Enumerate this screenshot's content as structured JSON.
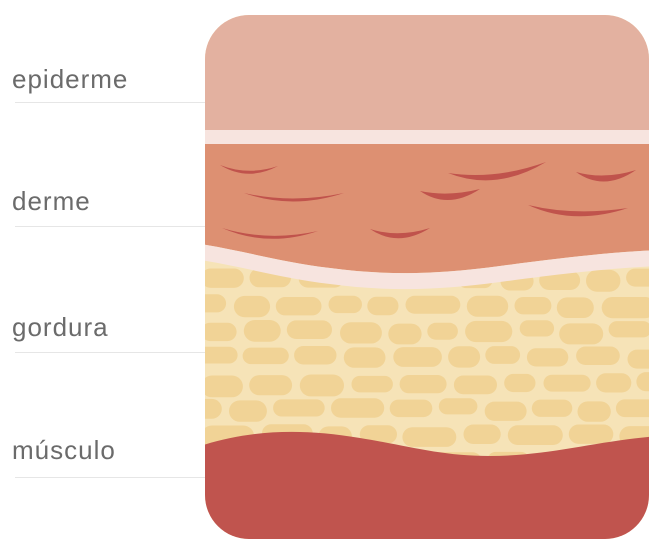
{
  "layers": [
    {
      "id": "epiderme",
      "label": "epiderme",
      "color": "#e3b1a0"
    },
    {
      "id": "derme",
      "label": "derme",
      "color": "#dd9072"
    },
    {
      "id": "gordura",
      "label": "gordura",
      "color": "#f6e3b7"
    },
    {
      "id": "musculo",
      "label": "músculo",
      "color": "#c0544e"
    }
  ],
  "colors": {
    "separator": "#f7e4df",
    "fat_cell": "#f1d396",
    "derm_fiber": "#c0534c",
    "label_text": "#6b6b6b",
    "rule": "#e6e6e6"
  }
}
